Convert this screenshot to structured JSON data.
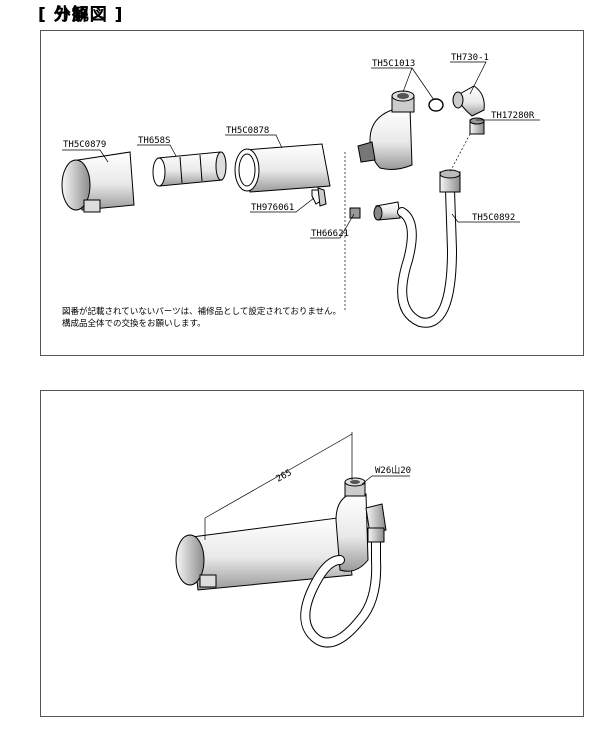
{
  "sections": {
    "exploded_title": "[ 分解図 ]",
    "exterior_title": "[ 外観図 ]"
  },
  "parts": {
    "p1": "TH5C0879",
    "p2": "TH658S",
    "p3": "TH5C0878",
    "p4": "TH976061",
    "p5": "TH66621",
    "p6": "TH5C1013",
    "p7": "TH730-1",
    "p8": "TH17280R",
    "p9": "TH5C0892"
  },
  "note": {
    "line1": "図番が記載されていないパーツは、補修品として設定されておりません。",
    "line2": "構成品全体での交換をお願いします。"
  },
  "dimensions": {
    "length": "265",
    "thread": "W26山20"
  }
}
